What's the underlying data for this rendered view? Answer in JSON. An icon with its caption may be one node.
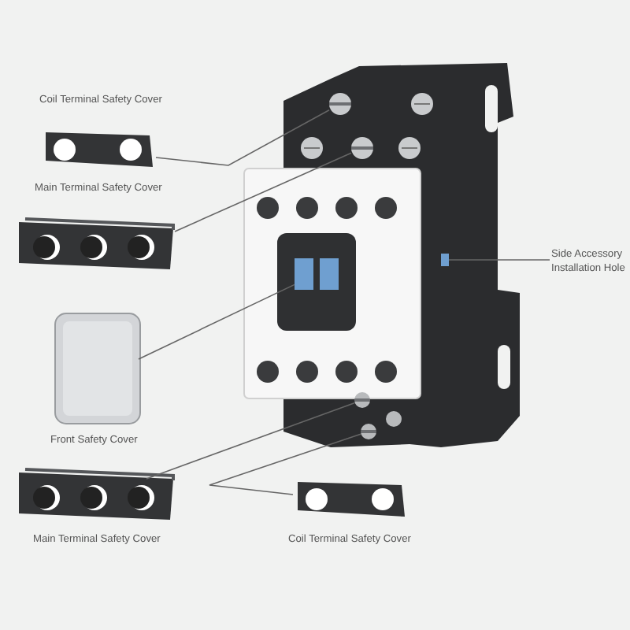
{
  "diagram": {
    "nodes": [
      {
        "text": [
          "Coil Terminal Safety Cover"
        ]
      },
      {
        "text": [
          "Main Terminal Safety Cover"
        ]
      },
      {
        "text": [
          "Front Safety Cover"
        ]
      },
      {
        "text": [
          "Main Terminal Safety Cover"
        ]
      },
      {
        "text": [
          "Coil Terminal Safety Cover"
        ]
      },
      {
        "text": [
          "Side Accessory Installation Hole"
        ]
      },
      {
        "text": [],
        "shape": "picture"
      },
      {
        "text": [],
        "shape": "picture",
        "in": 6
      },
      {
        "text": [],
        "shape": "picture",
        "in": 6
      },
      {
        "text": [],
        "shape": "picture",
        "in": 6
      },
      {
        "text": [],
        "shape": "picture",
        "in": 6
      },
      {
        "text": [],
        "shape": "picture",
        "in": 6
      },
      {
        "text": [],
        "shape": "picture",
        "in": 6
      }
    ],
    "edges": [
      {
        "from": 0,
        "to": 7,
        "arrow": "none"
      },
      {
        "from": 1,
        "to": 8,
        "arrow": "none"
      },
      {
        "from": 2,
        "to": 9,
        "arrow": "none"
      },
      {
        "from": 3,
        "to": 10,
        "arrow": "none"
      },
      {
        "from": 4,
        "to": 11,
        "arrow": "none"
      },
      {
        "from": 5,
        "to": 12,
        "arrow": "none"
      }
    ]
  }
}
